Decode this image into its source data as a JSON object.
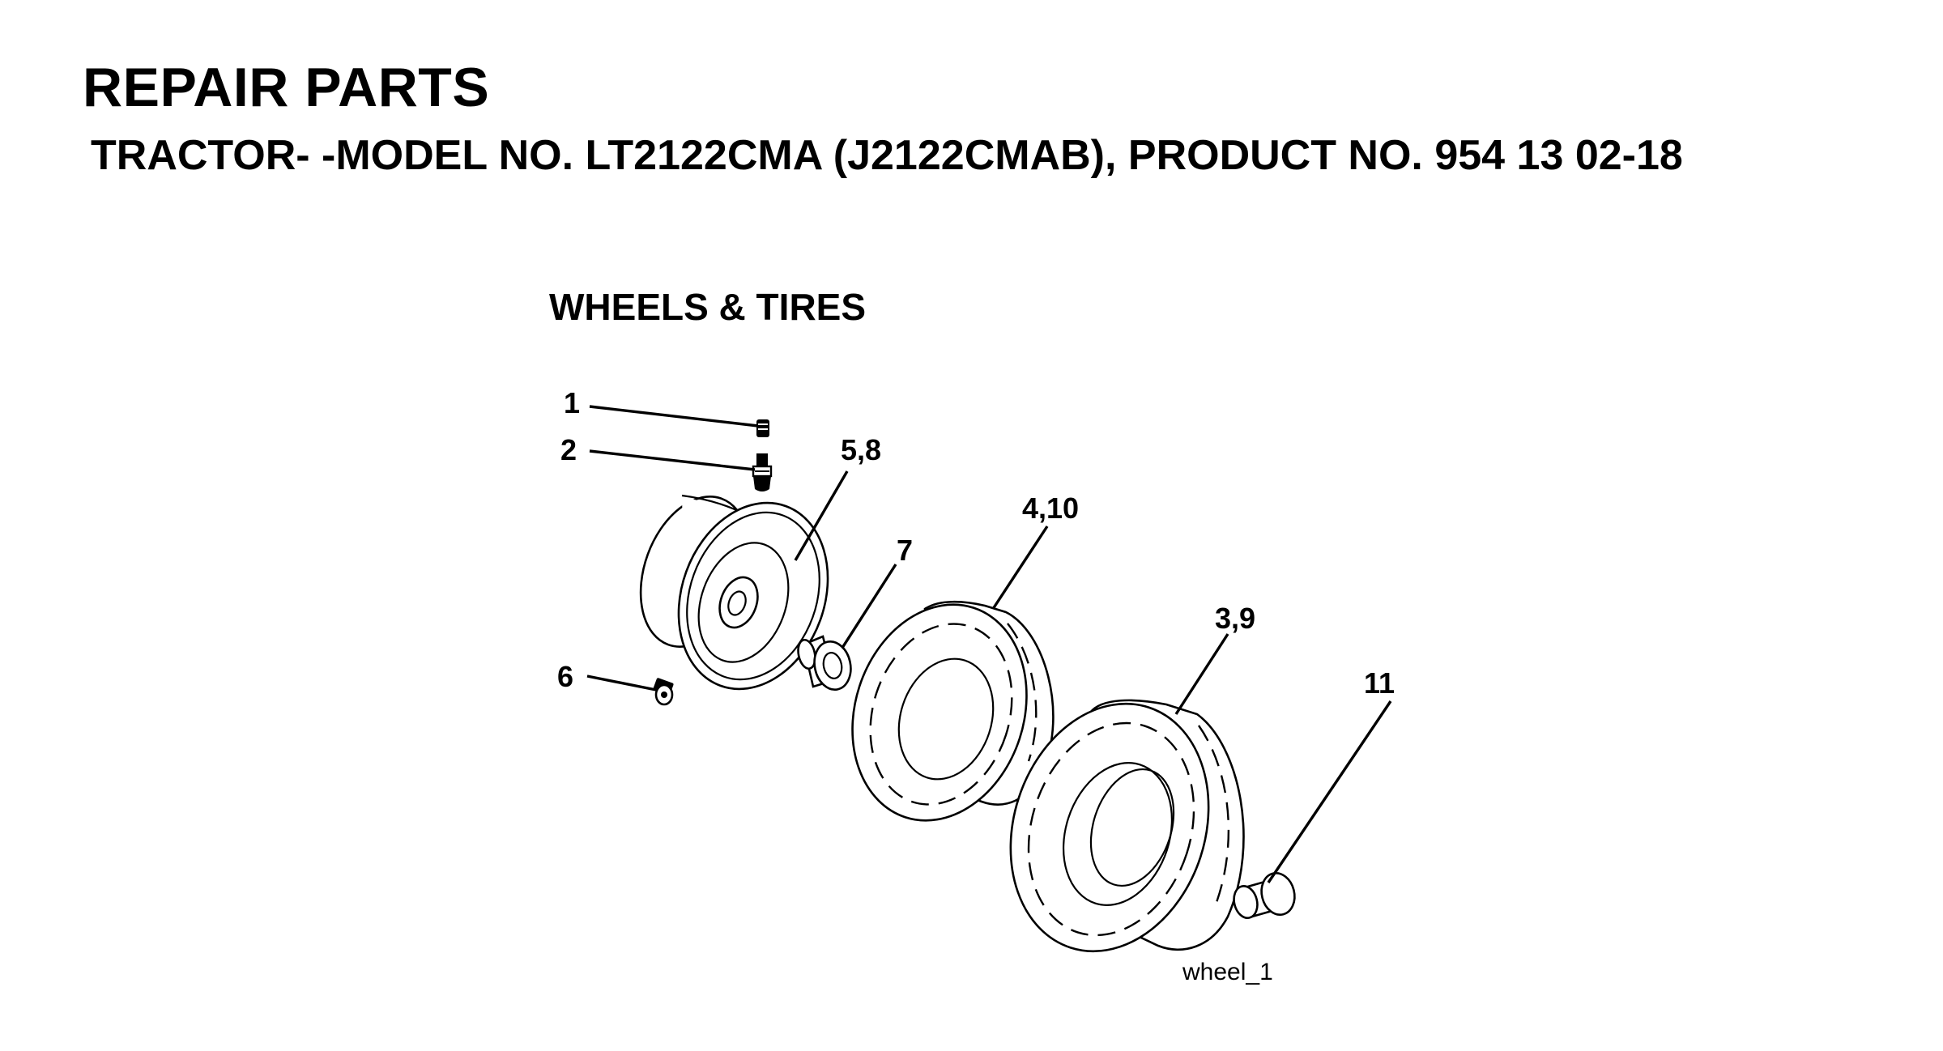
{
  "header": {
    "title": "REPAIR PARTS",
    "subtitle": "TRACTOR- -MODEL NO. LT2122CMA (J2122CMAB), PRODUCT NO. 954 13 02-18"
  },
  "section": {
    "title": "WHEELS & TIRES"
  },
  "callouts": {
    "c1": "1",
    "c2": "2",
    "c58": "5,8",
    "c7": "7",
    "c410": "4,10",
    "c39": "3,9",
    "c6": "6",
    "c11": "11"
  },
  "figure_id": "wheel_1"
}
